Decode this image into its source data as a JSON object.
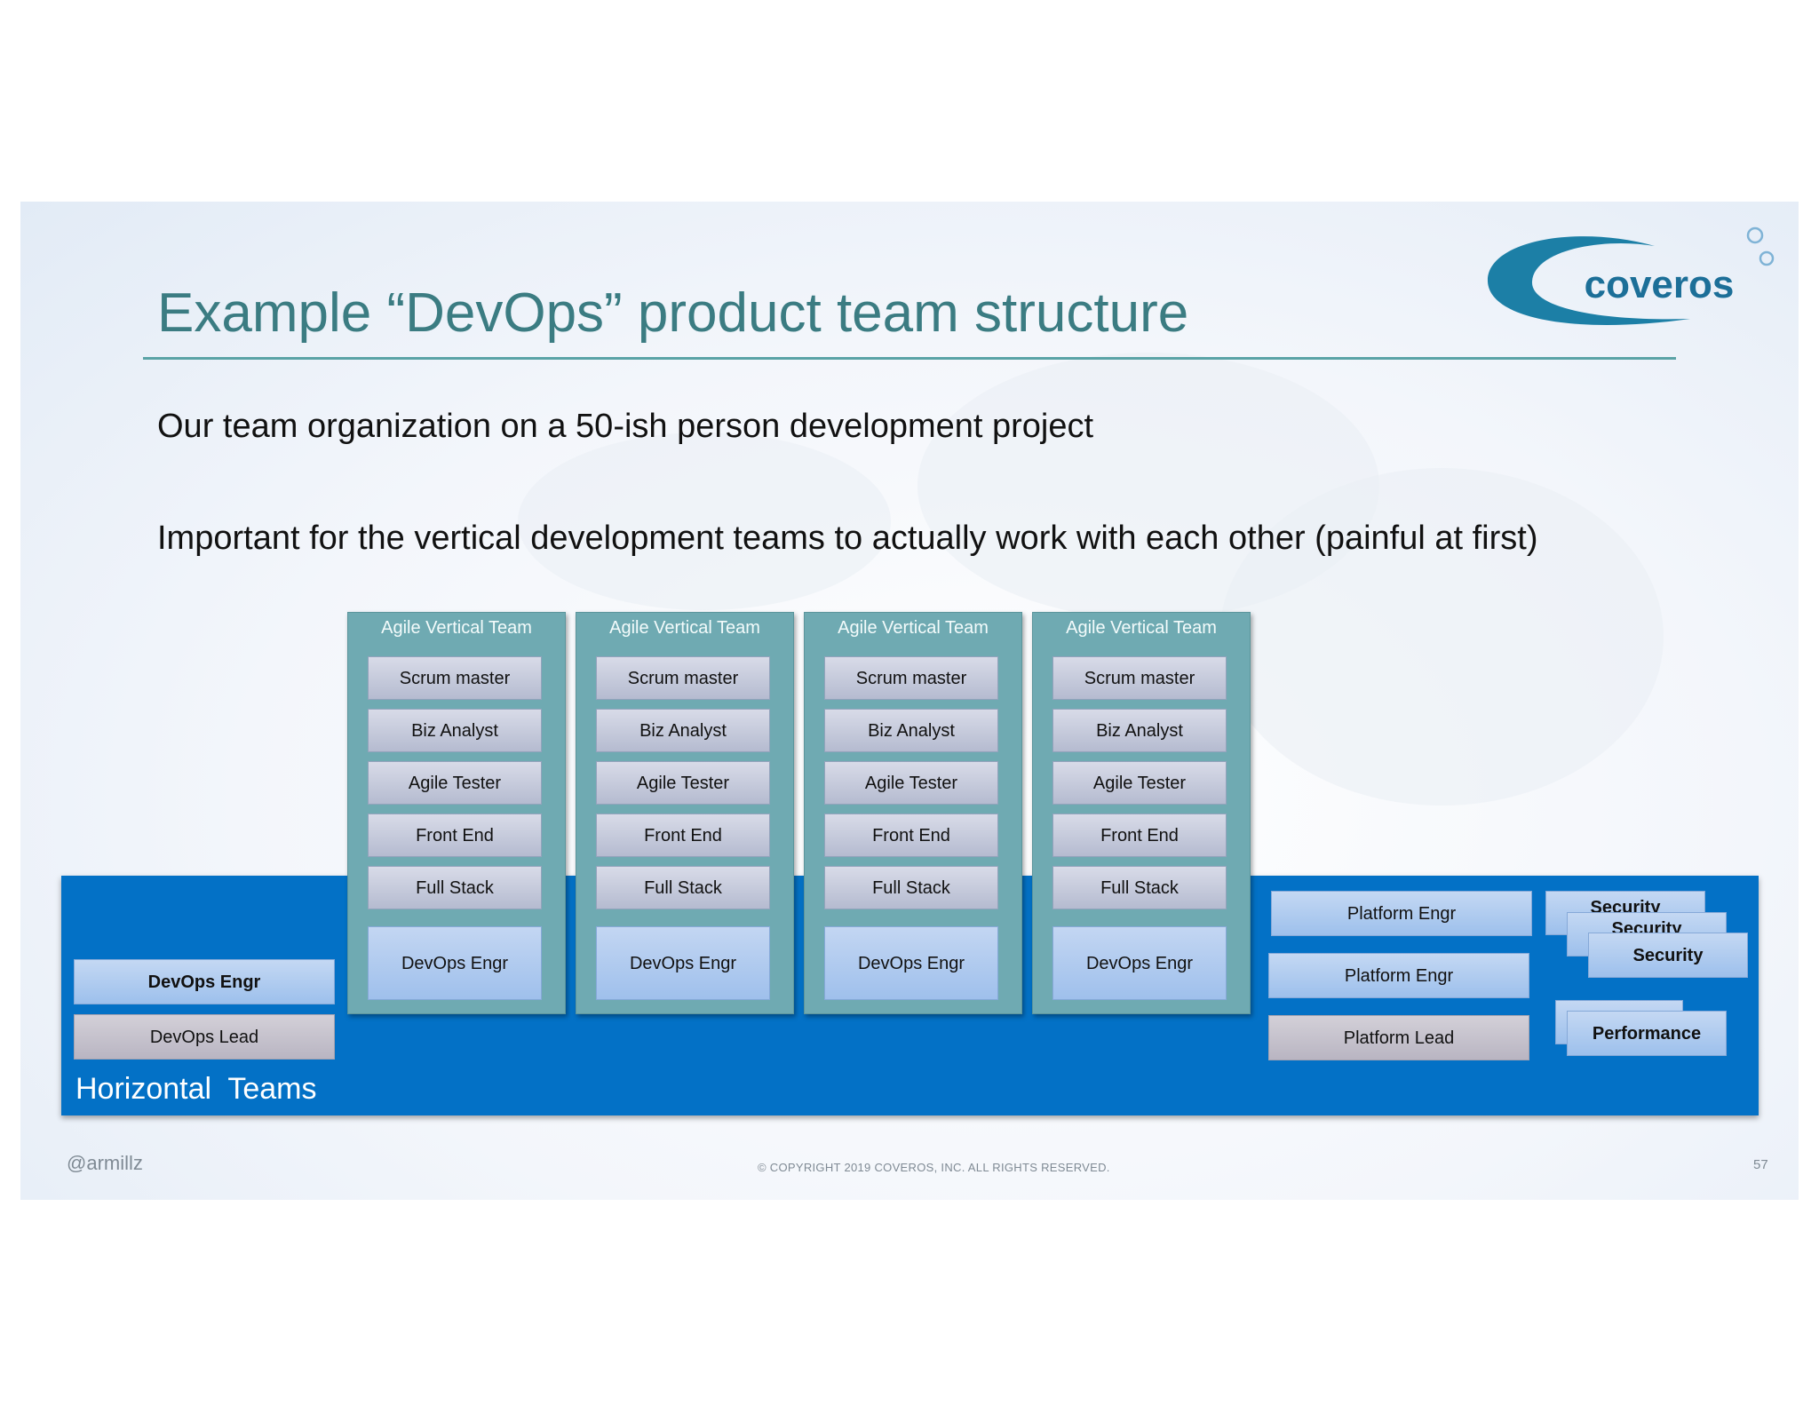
{
  "slide": {
    "title": "Example “DevOps” product team structure",
    "line1": "Our team organization on a 50-ish person development project",
    "line2": "Important for the vertical development teams to actually work with each other (painful at first)",
    "logo_text": "coveros",
    "horizontal_label": "Horizontal  Teams"
  },
  "vertical_teams": [
    {
      "title": "Agile Vertical Team",
      "roles": [
        "Scrum master",
        "Biz Analyst",
        "Agile Tester",
        "Front End",
        "Full Stack",
        "DevOps Engr"
      ]
    },
    {
      "title": "Agile Vertical Team",
      "roles": [
        "Scrum master",
        "Biz Analyst",
        "Agile Tester",
        "Front End",
        "Full Stack",
        "DevOps Engr"
      ]
    },
    {
      "title": "Agile Vertical Team",
      "roles": [
        "Scrum master",
        "Biz Analyst",
        "Agile Tester",
        "Front End",
        "Full Stack",
        "DevOps Engr"
      ]
    },
    {
      "title": "Agile Vertical Team",
      "roles": [
        "Scrum master",
        "Biz Analyst",
        "Agile Tester",
        "Front End",
        "Full Stack",
        "DevOps Engr"
      ]
    }
  ],
  "horizontal": {
    "devops_engr": "DevOps Engr",
    "devops_lead": "DevOps Lead",
    "platform_engr_1": "Platform Engr",
    "platform_engr_2": "Platform Engr",
    "platform_lead": "Platform Lead",
    "security_back1": "Security",
    "security_back2": "Security",
    "security_front": "Security",
    "performance": "Performance"
  },
  "footer": {
    "handle": "@armillz",
    "copyright": "© COPYRIGHT 2019 COVEROS, INC. ALL RIGHTS RESERVED.",
    "page": "57"
  },
  "colors": {
    "title": "#3b7c82",
    "horizontal_band": "#0371c6",
    "vertical_team": "#6faab2"
  }
}
